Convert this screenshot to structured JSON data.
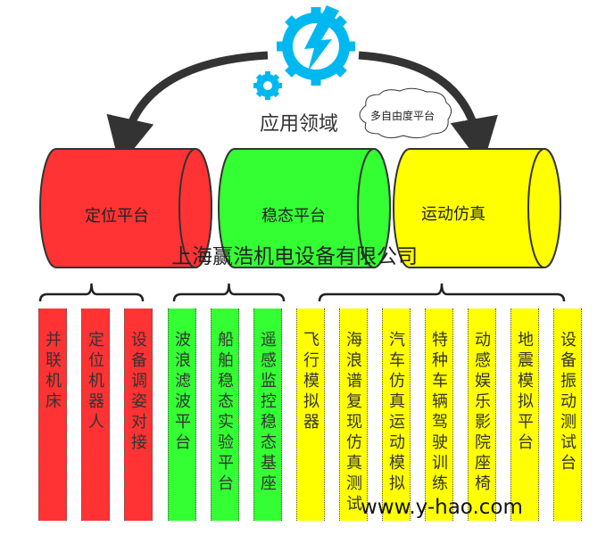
{
  "title": "应用领域",
  "cloud_label": "多自由度平台",
  "company": "上海赢浩机电设备有限公司",
  "website": "www.y-hao.com",
  "colors": {
    "red": "#ff3333",
    "green": "#33ff33",
    "yellow": "#ffff00",
    "gear": "#00b8f0"
  },
  "categories": [
    {
      "label": "定位平台",
      "items": [
        "并联机床",
        "定位机器人",
        "设备调姿对接"
      ]
    },
    {
      "label": "稳态平台",
      "items": [
        "波浪滤波平台",
        "船舶稳态实验平台",
        "遥感监控稳态基座"
      ]
    },
    {
      "label": "运动仿真",
      "items": [
        "飞行模拟器",
        "海浪谱复现仿真测试",
        "汽车仿真运动模拟",
        "特种车辆驾驶训练",
        "动感娱乐影院座椅",
        "地震模拟平台",
        "设备振动测试台"
      ]
    }
  ]
}
